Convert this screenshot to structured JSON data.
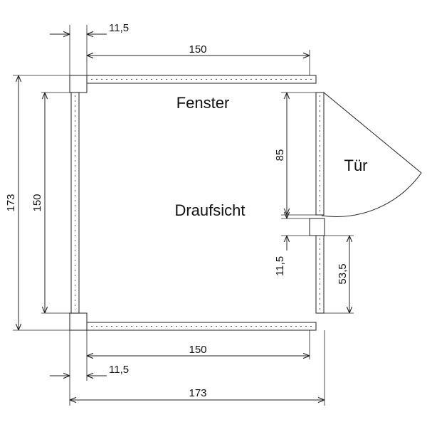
{
  "labels": {
    "fenster": "Fenster",
    "tuer": "Tür",
    "draufsicht": "Draufsicht"
  },
  "dimensions": {
    "top_offset": "11,5",
    "top_width": "150",
    "bottom_width": "150",
    "bottom_offset": "11,5",
    "total_width": "173",
    "left_total": "173",
    "left_inner": "150",
    "door_opening": "85",
    "gap": "11,5",
    "lower_wall": "53,5"
  },
  "colors": {
    "line": "#222222",
    "wall_fill": "#ffffff"
  }
}
